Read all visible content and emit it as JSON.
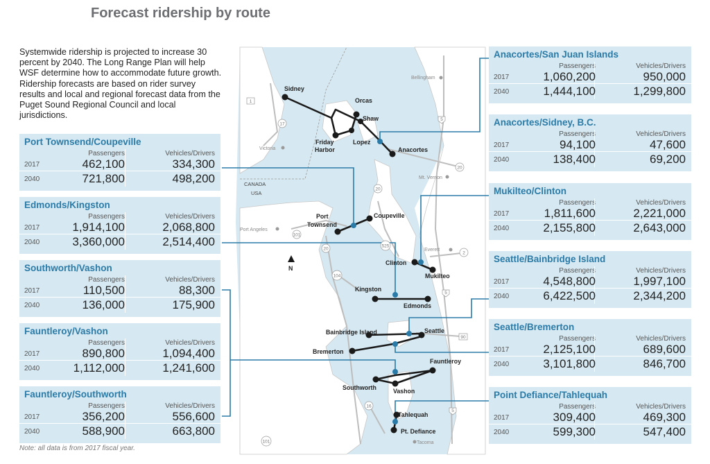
{
  "title": "Forecast ridership by route",
  "intro": "Systemwide ridership is projected to increase 30 percent by 2040. The Long Range Plan will help WSF determine how to accommodate future growth. Ridership forecasts are based on rider survey results and local and regional forecast data from the Puget Sound Regional Council and local jurisdictions.",
  "note": "Note: all data is from 2017 fiscal year.",
  "headers": {
    "passengers": "Passengers",
    "vehicles": "Vehicles/Drivers"
  },
  "routes": [
    {
      "name": "Port Townsend/Coupeville",
      "rows": [
        {
          "year": "2017",
          "passengers": "462,100",
          "vehicles": "334,300"
        },
        {
          "year": "2040",
          "passengers": "721,800",
          "vehicles": "498,200"
        }
      ]
    },
    {
      "name": "Edmonds/Kingston",
      "rows": [
        {
          "year": "2017",
          "passengers": "1,914,100",
          "vehicles": "2,068,800"
        },
        {
          "year": "2040",
          "passengers": "3,360,000",
          "vehicles": "2,514,400"
        }
      ]
    },
    {
      "name": "Southworth/Vashon",
      "rows": [
        {
          "year": "2017",
          "passengers": "110,500",
          "vehicles": "88,300"
        },
        {
          "year": "2040",
          "passengers": "136,000",
          "vehicles": "175,900"
        }
      ]
    },
    {
      "name": "Fauntleroy/Vashon",
      "rows": [
        {
          "year": "2017",
          "passengers": "890,800",
          "vehicles": "1,094,400"
        },
        {
          "year": "2040",
          "passengers": "1,112,000",
          "vehicles": "1,241,600"
        }
      ]
    },
    {
      "name": "Fauntleroy/Southworth",
      "rows": [
        {
          "year": "2017",
          "passengers": "356,200",
          "vehicles": "556,600"
        },
        {
          "year": "2040",
          "passengers": "588,900",
          "vehicles": "663,800"
        }
      ]
    },
    {
      "name": "Anacortes/San Juan Islands",
      "rows": [
        {
          "year": "2017",
          "passengers": "1,060,200",
          "vehicles": "950,000"
        },
        {
          "year": "2040",
          "passengers": "1,444,100",
          "vehicles": "1,299,800"
        }
      ]
    },
    {
      "name": "Anacortes/Sidney, B.C.",
      "rows": [
        {
          "year": "2017",
          "passengers": "94,100",
          "vehicles": "47,600"
        },
        {
          "year": "2040",
          "passengers": "138,400",
          "vehicles": "69,200"
        }
      ]
    },
    {
      "name": "Mukilteo/Clinton",
      "rows": [
        {
          "year": "2017",
          "passengers": "1,811,600",
          "vehicles": "2,221,000"
        },
        {
          "year": "2040",
          "passengers": "2,155,800",
          "vehicles": "2,643,000"
        }
      ]
    },
    {
      "name": "Seattle/Bainbridge Island",
      "rows": [
        {
          "year": "2017",
          "passengers": "4,548,800",
          "vehicles": "1,997,100"
        },
        {
          "year": "2040",
          "passengers": "6,422,500",
          "vehicles": "2,344,200"
        }
      ]
    },
    {
      "name": "Seattle/Bremerton",
      "rows": [
        {
          "year": "2017",
          "passengers": "2,125,100",
          "vehicles": "689,600"
        },
        {
          "year": "2040",
          "passengers": "3,101,800",
          "vehicles": "846,700"
        }
      ]
    },
    {
      "name": "Point Defiance/Tahlequah",
      "rows": [
        {
          "year": "2017",
          "passengers": "309,400",
          "vehicles": "469,300"
        },
        {
          "year": "2040",
          "passengers": "599,300",
          "vehicles": "547,400"
        }
      ]
    }
  ],
  "map": {
    "terminals": [
      "Sidney",
      "Orcas",
      "Shaw",
      "Friday Harbor",
      "Lopez",
      "Anacortes",
      "Port Townsend",
      "Coupeville",
      "Clinton",
      "Mukilteo",
      "Kingston",
      "Edmonds",
      "Bainbridge Island",
      "Seattle",
      "Bremerton",
      "Fauntleroy",
      "Southworth",
      "Vashon",
      "Tahlequah",
      "Pt. Defiance"
    ],
    "cities": [
      "Bellingham",
      "Victoria",
      "Mt. Vernon",
      "Port Angeles",
      "Everett",
      "Tacoma"
    ],
    "border": [
      "CANADA",
      "USA"
    ],
    "north": "N",
    "highways": [
      "1",
      "17",
      "5",
      "20",
      "20",
      "101",
      "20",
      "525",
      "2",
      "104",
      "5",
      "90",
      "16",
      "101",
      "5"
    ],
    "colors": {
      "water": "#d6e8f1",
      "accent": "#2a7ba8",
      "route": "#1a1a1a",
      "land": "#ffffff"
    }
  }
}
